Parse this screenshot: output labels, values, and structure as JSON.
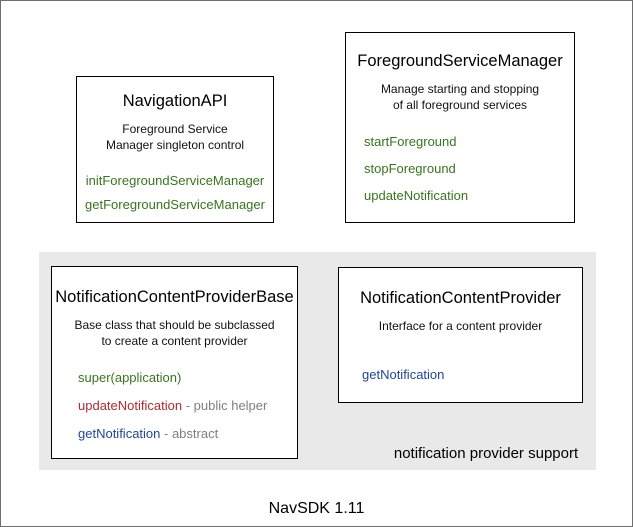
{
  "colors": {
    "method_green": "#38761d",
    "method_red": "#b02b30",
    "method_blue": "#1f4699",
    "suffix_gray": "#7f7f7f",
    "group_bg": "#e9e9e9"
  },
  "boxes": {
    "navigation_api": {
      "title": "NavigationAPI",
      "subtitle_lines": [
        "Foreground Service",
        "Manager singleton control"
      ],
      "methods": [
        {
          "name": "initForegroundServiceManager"
        },
        {
          "name": "getForegroundServiceManager"
        }
      ]
    },
    "foreground_service_manager": {
      "title": "ForegroundServiceManager",
      "subtitle_lines": [
        "Manage starting and stopping",
        "of all foreground services"
      ],
      "methods": [
        {
          "name": "startForeground"
        },
        {
          "name": "stopForeground"
        },
        {
          "name": "updateNotification"
        }
      ]
    },
    "notification_content_provider_base": {
      "title": "NotificationContentProviderBase",
      "subtitle_lines": [
        "Base class that should be subclassed",
        "to create a content provider"
      ],
      "methods": [
        {
          "name": "super(application)"
        },
        {
          "name": "updateNotification",
          "suffix": " - public helper"
        },
        {
          "name": "getNotification",
          "suffix": " - abstract"
        }
      ]
    },
    "notification_content_provider": {
      "title": "NotificationContentProvider",
      "subtitle_lines": [
        "Interface for a content provider"
      ],
      "methods": [
        {
          "name": "getNotification"
        }
      ]
    }
  },
  "group": {
    "label": "notification provider support"
  },
  "footer": {
    "label": "NavSDK 1.11"
  }
}
